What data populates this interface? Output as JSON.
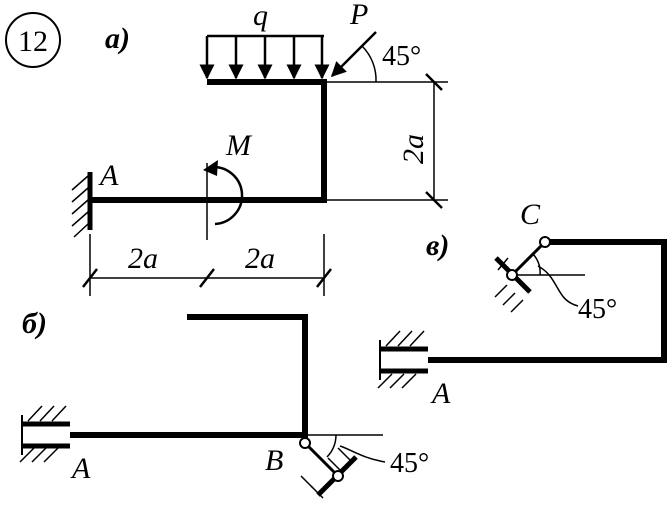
{
  "problem_number": "12",
  "scheme_a": {
    "label": "а)",
    "load_q": "q",
    "force_P": "P",
    "angle_P": "45°",
    "moment_M": "M",
    "support_A": "A",
    "dim_vertical": "2a",
    "dim_left": "2a",
    "dim_right": "2a"
  },
  "scheme_b": {
    "label": "б)",
    "support_A": "A",
    "support_B": "B",
    "angle": "45°"
  },
  "scheme_v": {
    "label": "в)",
    "support_C": "C",
    "support_A": "A",
    "angle": "45°"
  },
  "colors": {
    "ink": "#000000",
    "paper": "#ffffff"
  }
}
